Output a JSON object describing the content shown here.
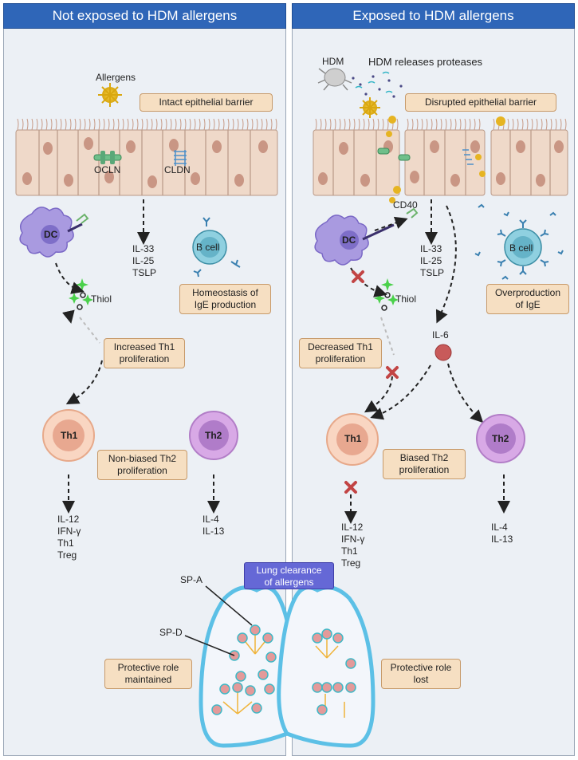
{
  "panels": {
    "left": {
      "title": "Not exposed to HDM allergens"
    },
    "right": {
      "title": "Exposed to HDM allergens"
    }
  },
  "left": {
    "allergens": "Allergens",
    "barrier": "Intact epithelial barrier",
    "ocln": "OCLN",
    "cldn": "CLDN",
    "dc": "DC",
    "cytokines": [
      "IL-33",
      "IL-25",
      "TSLP"
    ],
    "bcell": "B cell",
    "ige": [
      "Homeostasis of",
      "IgE production"
    ],
    "thiol": "Thiol",
    "th1_prolif": [
      "Increased Th1",
      "proliferation"
    ],
    "th1": "Th1",
    "th2": "Th2",
    "th2_prolif": [
      "Non-biased Th2",
      "proliferation"
    ],
    "th1_out": [
      "IL-12",
      "IFN-γ",
      "Th1",
      "Treg"
    ],
    "th2_out": [
      "IL-4",
      "IL-13"
    ],
    "spa": "SP-A",
    "spd": "SP-D",
    "protective": [
      "Protective role",
      "maintained"
    ]
  },
  "right": {
    "hdm": "HDM",
    "proteases": "HDM releases proteases",
    "barrier": "Disrupted epithelial barrier",
    "cd40": "CD40",
    "dc": "DC",
    "cytokines": [
      "IL-33",
      "IL-25",
      "TSLP"
    ],
    "bcell": "B cell",
    "ige": [
      "Overproduction",
      "of IgE"
    ],
    "thiol": "Thiol",
    "il6": "IL-6",
    "th1_prolif": [
      "Decreased Th1",
      "proliferation"
    ],
    "th1": "Th1",
    "th2": "Th2",
    "th2_prolif": [
      "Biased Th2",
      "proliferation"
    ],
    "th1_out": [
      "IL-12",
      "IFN-γ",
      "Th1",
      "Treg"
    ],
    "th2_out": [
      "IL-4",
      "IL-13"
    ],
    "protective": [
      "Protective role",
      "lost"
    ]
  },
  "center": {
    "lung_clearance": [
      "Lung clearance",
      "of allergens"
    ]
  }
}
